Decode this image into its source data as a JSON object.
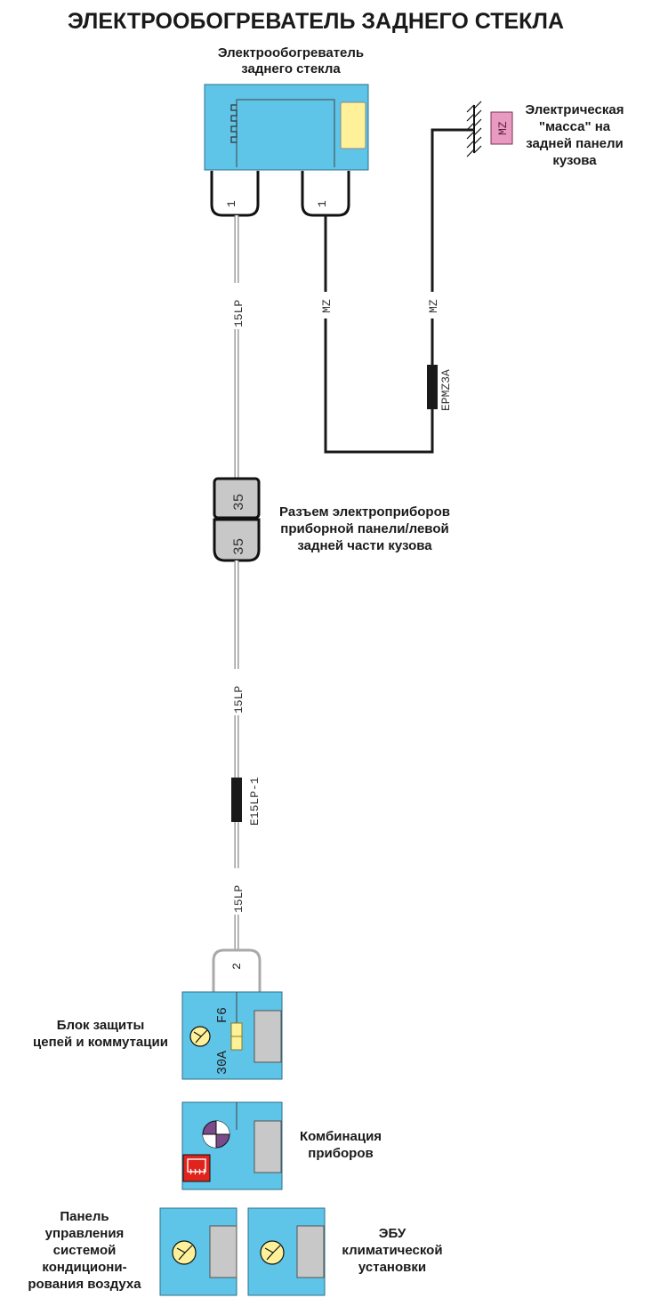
{
  "title": "ЭЛЕКТРООБОГРЕВАТЕЛЬ ЗАДНЕГО СТЕКЛА",
  "components": {
    "heater": {
      "line1": "Электрообогреватель",
      "line2": "заднего стекла"
    },
    "ground": {
      "line1": "Электрическая",
      "line2": "\"масса\" на",
      "line3": "задней панели",
      "line4": "кузова",
      "badge": "MZ"
    },
    "connector": {
      "line1": "Разъем электроприборов",
      "line2": "приборной панели/левой",
      "line3": "задней части кузова",
      "pin_top": "35",
      "pin_bottom": "35"
    },
    "fusebox": {
      "line1": "Блок защиты",
      "line2": "цепей и коммутации",
      "fuse_label": "F6",
      "fuse_rating": "30A"
    },
    "instrument_cluster": {
      "line1": "Комбинация",
      "line2": "приборов"
    },
    "ac_panel": {
      "line1": "Панель",
      "line2": "управления",
      "line3": "системой",
      "line4": "кондициони-",
      "line5": "рования воздуха"
    },
    "climate_ecu": {
      "line1": "ЭБУ",
      "line2": "климатической",
      "line3": "установки"
    }
  },
  "pins": {
    "heater_left": "1",
    "heater_right": "1",
    "fusebox": "2"
  },
  "wires": {
    "lp_1": "15LP",
    "lp_2": "15LP",
    "lp_3": "15LP",
    "mz_1": "MZ",
    "mz_2": "MZ"
  },
  "splices": {
    "ground_splice": "EPMZ3A",
    "lp_splice": "E15LP-1"
  },
  "colors": {
    "component_blue": "#5ec4e8",
    "connector_gray": "#c8c8c8",
    "badge_pink": "#e89ac0",
    "yellow_pad": "#fff199",
    "wire_black": "#1a1a1a",
    "wire_white_outline": "#888888"
  }
}
